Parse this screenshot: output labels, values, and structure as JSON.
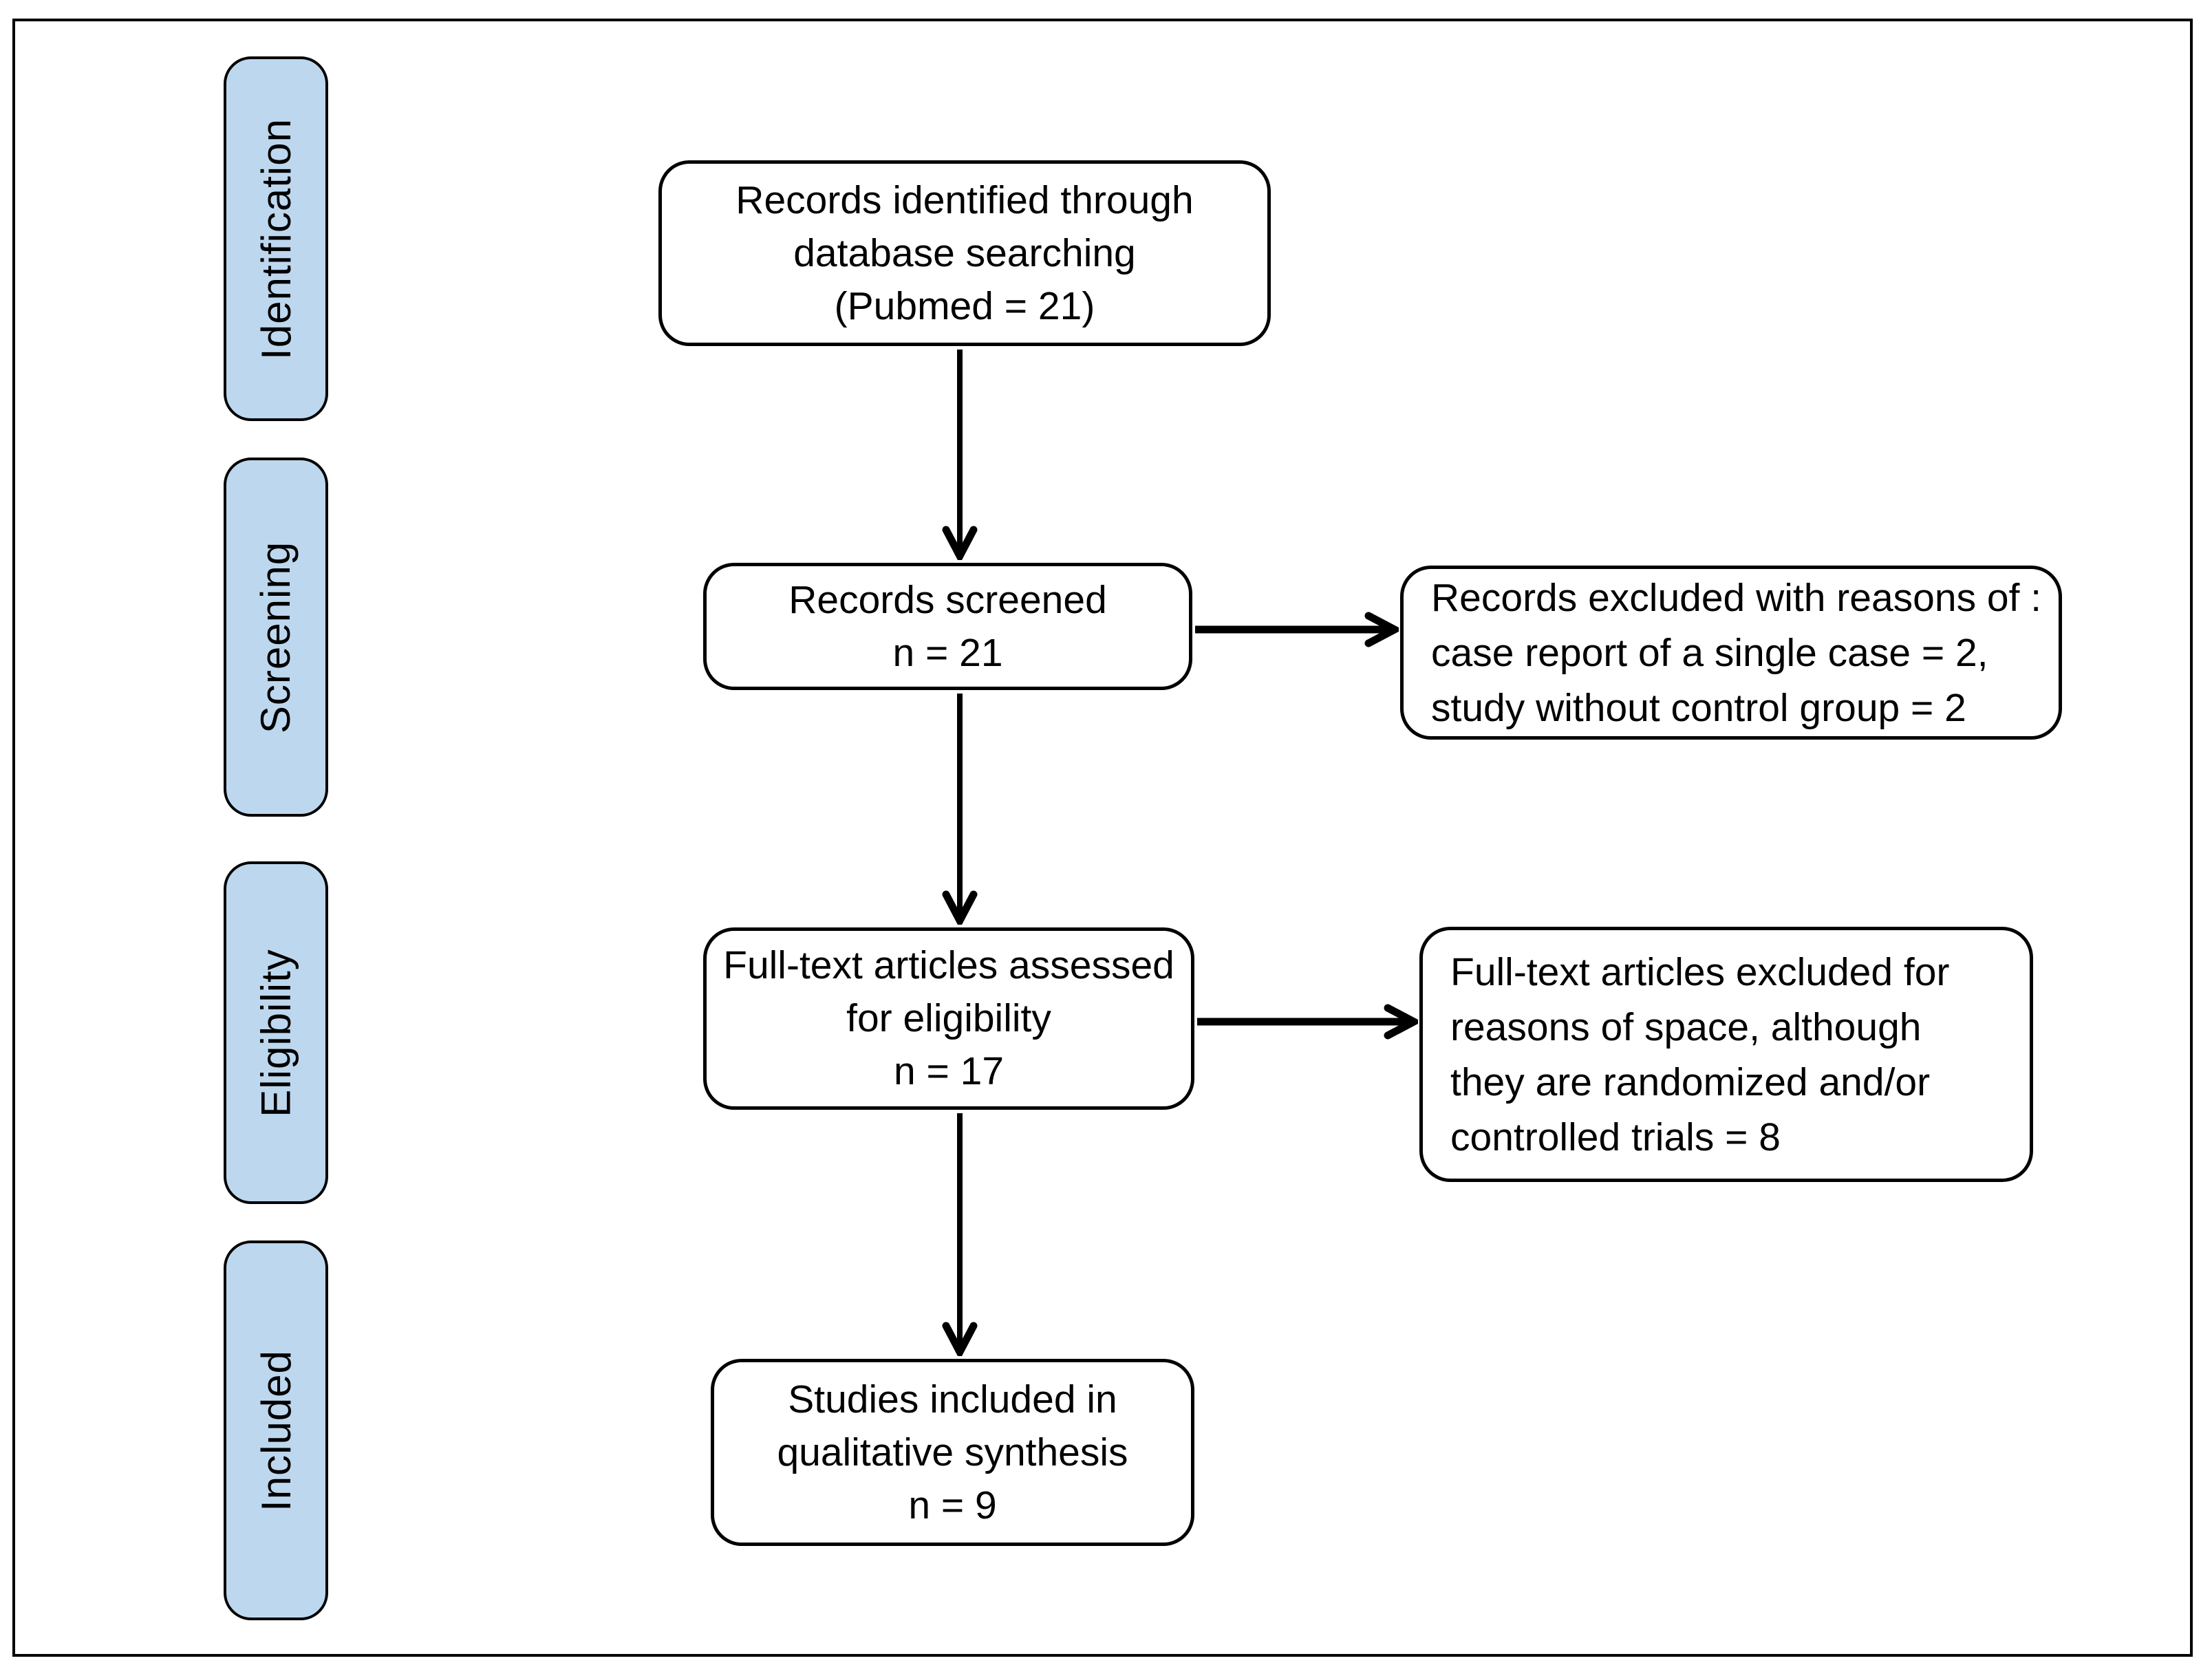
{
  "figure": {
    "kind": "prisma-flow-diagram"
  },
  "colors": {
    "stage_fill": "#BDD7EE",
    "box_fill": "#FFFFFF",
    "line": "#000000",
    "background": "#FFFFFF"
  },
  "stages": [
    {
      "label": "Identification"
    },
    {
      "label": "Screening"
    },
    {
      "label": "Eligibility"
    },
    {
      "label": "Included"
    }
  ],
  "flow_boxes": [
    {
      "lines": [
        "Records identified through",
        "database searching",
        "(Pubmed = 21)"
      ]
    },
    {
      "lines": [
        "Records screened",
        "n = 21"
      ]
    },
    {
      "lines": [
        "Full-text articles assessed",
        "for eligibility",
        "n = 17"
      ]
    },
    {
      "lines": [
        "Studies included in",
        "qualitative synthesis",
        "n = 9"
      ]
    }
  ],
  "exclusion_boxes": [
    {
      "lines": [
        "Records excluded with reasons of :",
        "case report of a single case = 2,",
        "study without control group = 2"
      ]
    },
    {
      "lines": [
        "Full-text articles excluded for",
        "reasons of space, although",
        "they are randomized and/or",
        "controlled trials = 8"
      ]
    }
  ]
}
